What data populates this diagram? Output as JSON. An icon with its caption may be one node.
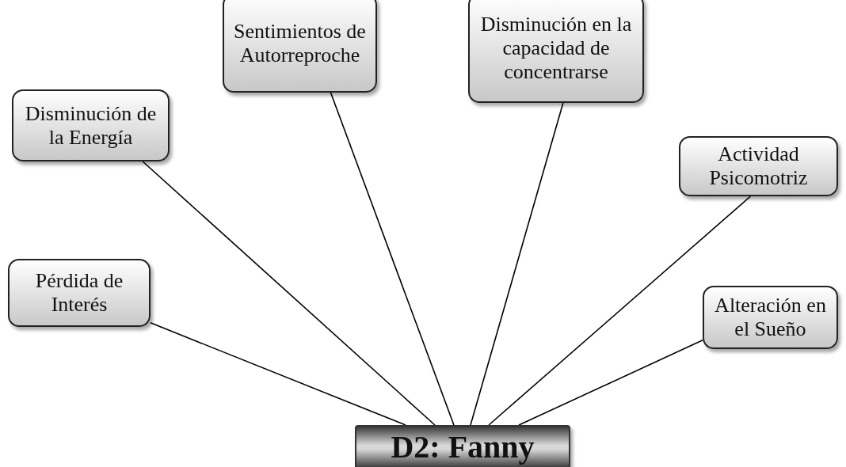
{
  "diagram": {
    "nodes": [
      {
        "text": [
          "Pérdida de Interés"
        ]
      },
      {
        "text": [
          "Disminución de la Energía"
        ]
      },
      {
        "text": [
          "Sentimientos de Autorreproche"
        ]
      },
      {
        "text": [
          "Disminución en la capacidad de concentrarse"
        ]
      },
      {
        "text": [
          "Actividad Psicomotriz"
        ]
      },
      {
        "text": [
          "Alteración en el Sueño"
        ]
      },
      {
        "text": [
          "D2: Fanny"
        ]
      }
    ],
    "edges": [
      {
        "from": 0,
        "to": 6,
        "arrow": "none"
      },
      {
        "from": 1,
        "to": 6,
        "arrow": "none"
      },
      {
        "from": 2,
        "to": 6,
        "arrow": "none"
      },
      {
        "from": 3,
        "to": 6,
        "arrow": "none"
      },
      {
        "from": 4,
        "to": 6,
        "arrow": "none"
      },
      {
        "from": 5,
        "to": 6,
        "arrow": "none"
      }
    ]
  }
}
